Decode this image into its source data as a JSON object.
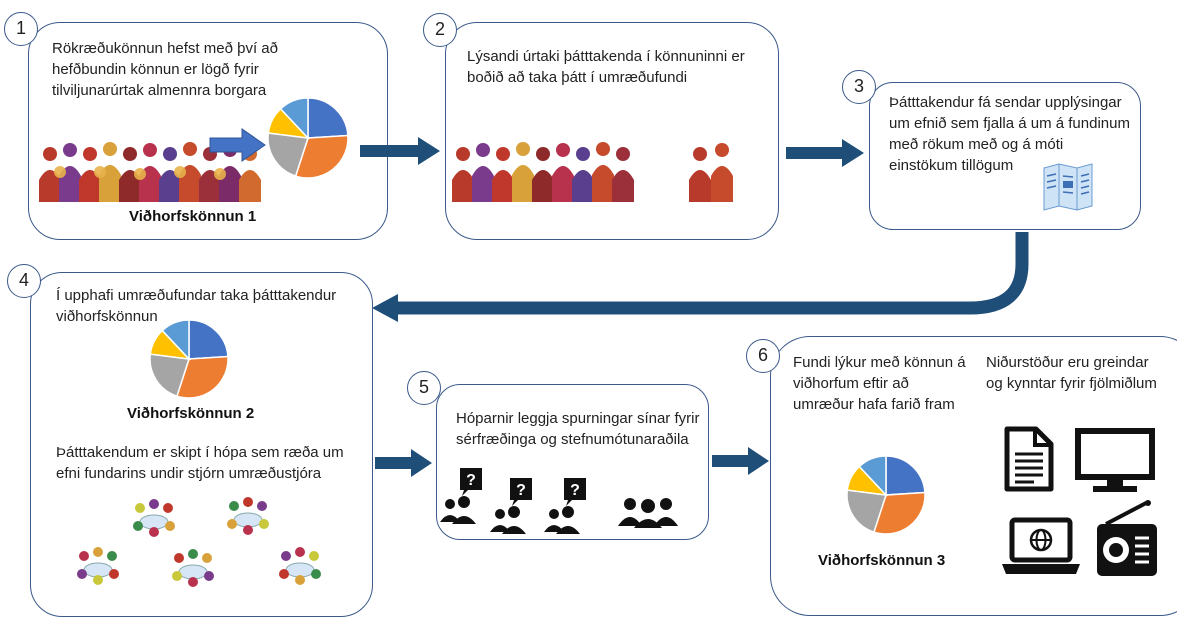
{
  "steps": [
    {
      "number": "1",
      "text": "Rökræðukönnun hefst með því að hefðbundin könnun er lögð fyrir tilviljunarúrtak almennra borgara",
      "caption": "Viðhorfskönnun 1"
    },
    {
      "number": "2",
      "text": "Lýsandi úrtaki þátttakenda í könnuninni er boðið að taka þátt í umræðufundi"
    },
    {
      "number": "3",
      "text": "Þátttakendur fá sendar upplýsingar um efnið sem fjalla á um á fundinum með rökum með og á móti einstökum tillögum"
    },
    {
      "number": "4",
      "text": "Í upphafi umræðufundar taka þátttakendur viðhorfskönnun",
      "caption": "Viðhorfskönnun 2",
      "text2": "Þátttakendum er skipt í hópa sem ræða um efni fundarins undir stjórn umræðustjóra"
    },
    {
      "number": "5",
      "text": "Hóparnir leggja spurningar sínar fyrir sérfræðinga og stefnumótunaraðila",
      "question_mark": "?"
    },
    {
      "number": "6",
      "text": "Fundi lýkur með könnun á viðhorfum eftir að umræður hafa farið fram",
      "caption": "Viðhorfskönnun 3",
      "text2": "Niðurstöður eru greindar og kynntar fyrir fjölmiðlum"
    }
  ],
  "icons": [
    "crowd-icon",
    "pie-chart-icon",
    "brochure-icon",
    "group-table-icon",
    "people-question-icon",
    "people-icon",
    "document-icon",
    "monitor-icon",
    "laptop-globe-icon",
    "radio-icon"
  ],
  "colors": {
    "border": "#3b5a8a",
    "arrow": "#1f4e79",
    "pie": [
      "#4472c4",
      "#ed7d31",
      "#a5a5a5",
      "#ffc000",
      "#5b9bd5"
    ]
  }
}
